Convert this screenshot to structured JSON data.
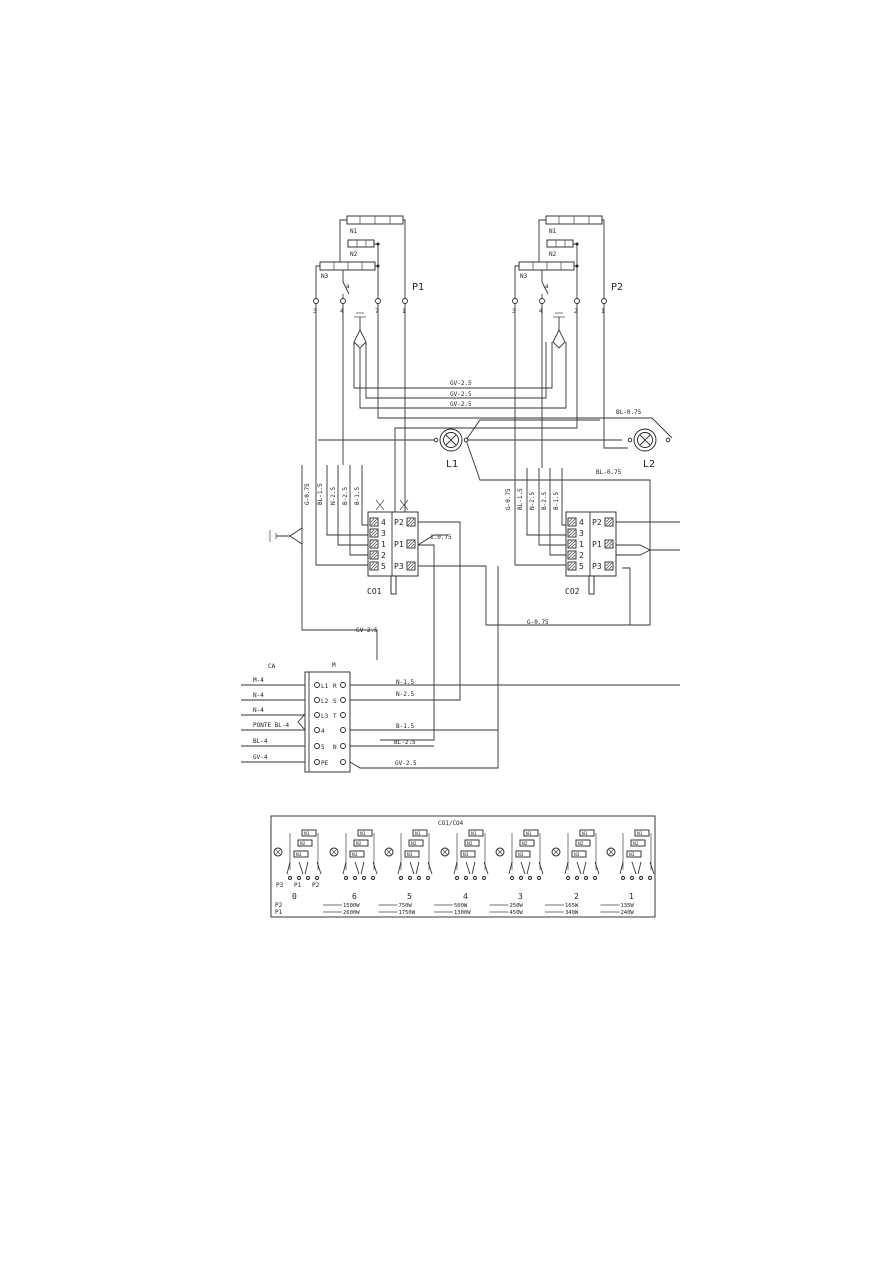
{
  "burners": {
    "p1": {
      "label": "P1",
      "n1": "N1",
      "n2": "N2",
      "n3": "N3",
      "t3": "3",
      "t4": "4",
      "t7": "7",
      "t1": "1"
    },
    "p2": {
      "label": "P2",
      "n1": "N1",
      "n2": "N2",
      "n3": "N3",
      "t3": "3",
      "t4": "4",
      "t2": "2",
      "t1": "1"
    }
  },
  "wires": {
    "gv25": "GV-2.5",
    "bl075": "BL-0.75",
    "g075": "G-0.75",
    "g075v": "G-0.75",
    "bl15": "BL-1.5",
    "n25": "N-2.5",
    "n15": "N-1.5",
    "b25": "B-2.5",
    "b15": "B-1.5",
    "bl25": "BL-2.5",
    "co1_side": "1.0.75"
  },
  "lamps": {
    "l1": "L1",
    "l2": "L2"
  },
  "controllers": {
    "co1": {
      "label": "CO1",
      "terms": [
        "4",
        "3",
        "1",
        "2",
        "5"
      ],
      "right": [
        "P2",
        "P1",
        "P3"
      ]
    },
    "co2": {
      "label": "CO2",
      "terms": [
        "4",
        "3",
        "1",
        "2",
        "5"
      ],
      "right": [
        "P2",
        "P1",
        "P3"
      ]
    }
  },
  "mains": {
    "ca": "CA",
    "m": "M",
    "inputs": [
      "M-4",
      "N-4",
      "N-4",
      "PONTE BL-4",
      "BL-4",
      "GV-4"
    ],
    "terminals": [
      "L1",
      "L2",
      "L3",
      "4",
      "5",
      "PE"
    ],
    "terminals_r": [
      "R",
      "S",
      "T",
      "",
      "N",
      ""
    ]
  },
  "table": {
    "title": "CO1/CO4",
    "off_label": "0",
    "positions": [
      "6",
      "5",
      "4",
      "3",
      "2",
      "1"
    ],
    "small": {
      "p3": "P3",
      "p1": "P1",
      "p2": "P2"
    },
    "rows": [
      {
        "label": "P2",
        "values": [
          "1500W",
          "750W",
          "500W",
          "250W",
          "165W",
          "135W"
        ]
      },
      {
        "label": "P1",
        "values": [
          "2600W",
          "1750W",
          "1300W",
          "450W",
          "340W",
          "240W"
        ]
      }
    ],
    "n1": "N1",
    "n2": "N2",
    "n3": "N3"
  }
}
